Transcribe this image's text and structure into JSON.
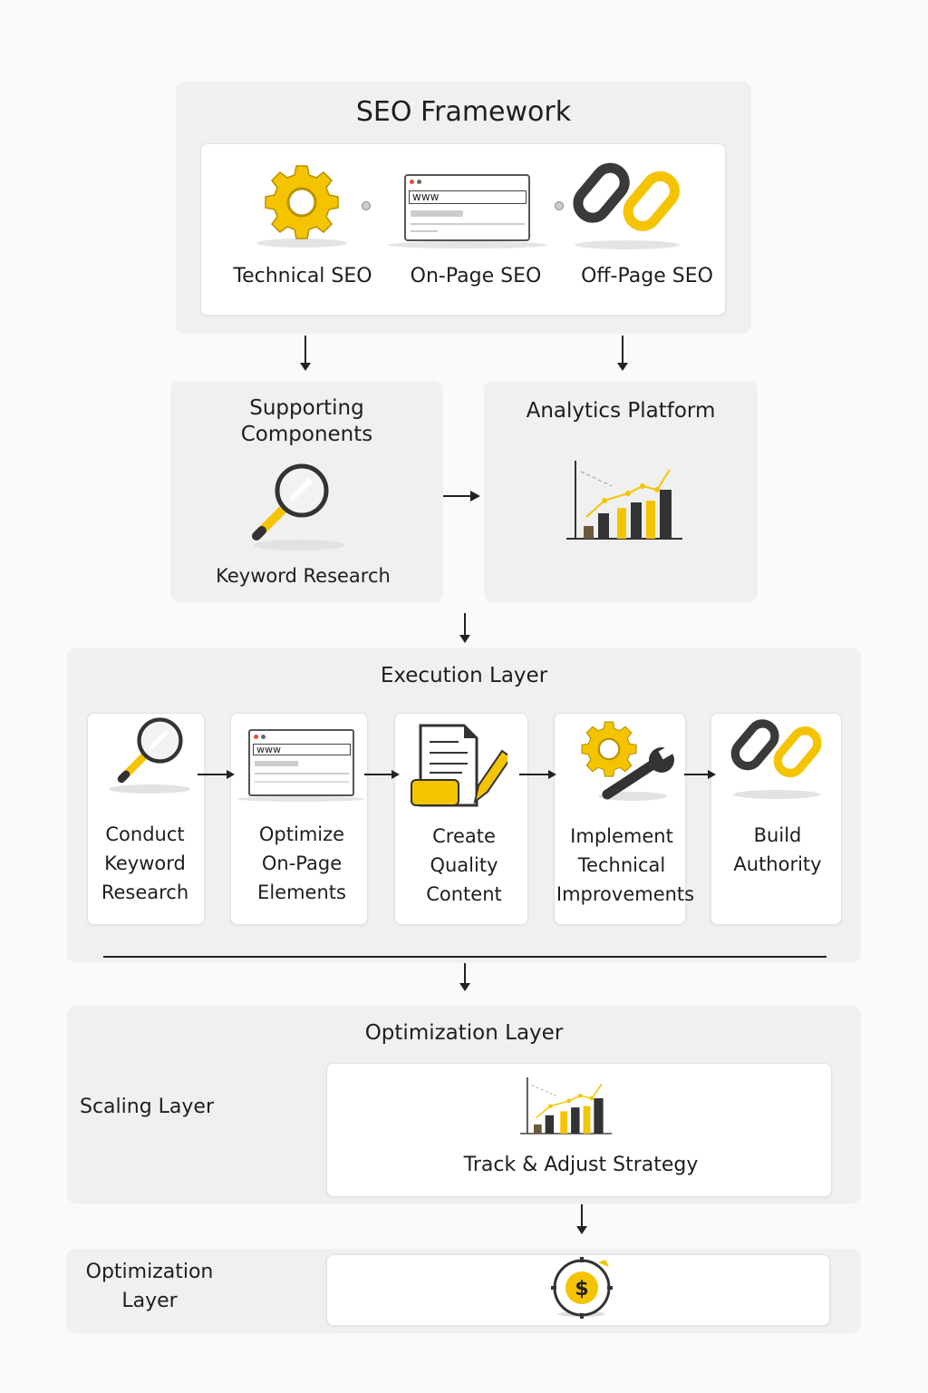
{
  "framework": {
    "title": "SEO Framework",
    "items": [
      {
        "label": "Technical SEO",
        "icon": "gear-icon"
      },
      {
        "label": "On-Page SEO",
        "icon": "browser-window-icon",
        "url_text": "www"
      },
      {
        "label": "Off-Page SEO",
        "icon": "chain-link-icon"
      }
    ]
  },
  "supporting": {
    "title_line1": "Supporting",
    "title_line2": "Components",
    "item_label": "Keyword Research"
  },
  "analytics": {
    "title": "Analytics Platform"
  },
  "execution": {
    "title": "Execution Layer",
    "steps": [
      {
        "lines": [
          "Conduct",
          "Keyword",
          "Research"
        ]
      },
      {
        "lines": [
          "Optimize",
          "On-Page",
          "Elements"
        ],
        "url_text": "www"
      },
      {
        "lines": [
          "Create",
          "Quality",
          "Content"
        ]
      },
      {
        "lines": [
          "Implement",
          "Technical",
          "Improvements"
        ]
      },
      {
        "lines": [
          "Build",
          "Authority"
        ]
      }
    ]
  },
  "optimization": {
    "title": "Optimization Layer",
    "side_label": "Scaling Layer",
    "card_label": "Track & Adjust Strategy"
  },
  "bottom": {
    "side_line1": "Optimization",
    "side_line2": "Layer"
  },
  "colors": {
    "accent": "#f5c400",
    "dark": "#3a3a3a",
    "panel": "#f0f0f0"
  }
}
